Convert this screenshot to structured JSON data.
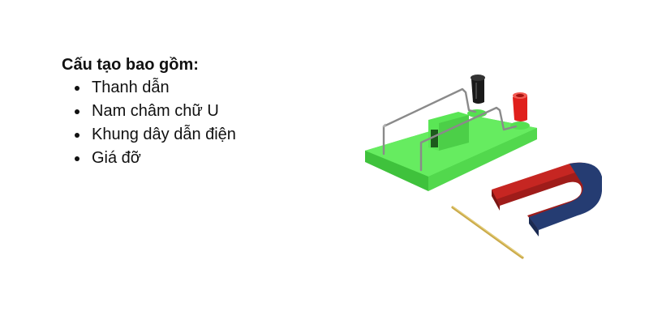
{
  "heading": "Cấu tạo bao gồm:",
  "items": [
    {
      "label": "Thanh dẫn"
    },
    {
      "label": "Nam châm chữ U"
    },
    {
      "label": "Khung dây dẫn điện"
    },
    {
      "label": "Giá đỡ"
    }
  ],
  "image": {
    "alt": "Bộ thí nghiệm: giá đỡ nhựa xanh lá với khung dây, hai cọc nối đen và đỏ, nam châm chữ U đỏ-xanh và thanh dẫn bằng đồng",
    "colors": {
      "base_green": "#5ee85a",
      "terminal_black": "#1a1a1a",
      "terminal_red": "#e0201c",
      "magnet_red": "#b8201e",
      "magnet_blue": "#233a6e",
      "rod_brass": "#c9a94a",
      "wire_steel": "#8a8a8a"
    }
  }
}
